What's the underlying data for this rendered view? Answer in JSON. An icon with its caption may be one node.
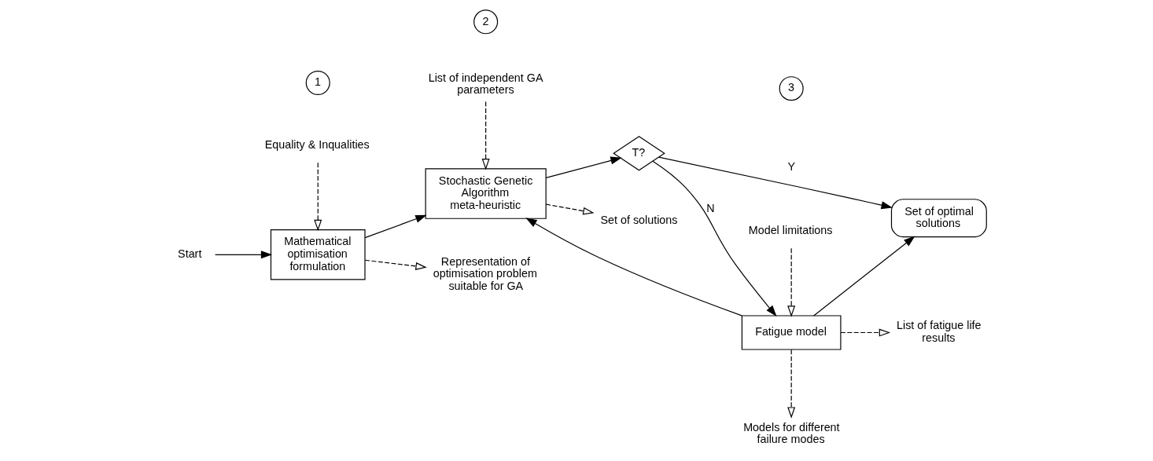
{
  "diagram": {
    "nodes": [
      {
        "text": [
          "Start"
        ]
      },
      {
        "text": [
          "Equality & Inqualities"
        ]
      },
      {
        "text": [
          "Mathematical optimisation formulation"
        ]
      },
      {
        "text": [
          "List of independent GA parameters"
        ]
      },
      {
        "text": [
          "Stochastic Genetic Algorithm meta-heuristic"
        ]
      },
      {
        "text": [
          "Set of solutions"
        ]
      },
      {
        "text": [
          "T?"
        ]
      },
      {
        "text": [
          "Fatigue model"
        ]
      },
      {
        "text": [
          "Models for different failure modes"
        ]
      },
      {
        "text": [
          "Set of optimal solutions"
        ]
      },
      {
        "text": [
          "Representation of optimisation problem suitable for GA"
        ]
      },
      {
        "text": [
          "List of fatigue life results"
        ]
      },
      {
        "text": [
          "Model limitations"
        ]
      },
      {
        "text": [
          "1"
        ]
      },
      {
        "text": [
          "2"
        ]
      },
      {
        "text": [
          "3"
        ]
      }
    ],
    "edges": [
      {
        "from": 0,
        "to": 2,
        "arrow": "to"
      },
      {
        "from": 1,
        "to": 2,
        "arrow": "to",
        "style": "dashed"
      },
      {
        "from": 2,
        "to": 4,
        "arrow": "to"
      },
      {
        "from": 2,
        "to": 10,
        "arrow": "to",
        "style": "dashed"
      },
      {
        "from": 3,
        "to": 4,
        "arrow": "to",
        "style": "dashed"
      },
      {
        "from": 4,
        "to": 6,
        "arrow": "to"
      },
      {
        "from": 4,
        "to": 5,
        "arrow": "to",
        "style": "dashed"
      },
      {
        "from": 6,
        "to": 9,
        "arrow": "to",
        "label": "Y"
      },
      {
        "from": 6,
        "to": 7,
        "arrow": "to",
        "label": "N"
      },
      {
        "from": 7,
        "to": 9,
        "arrow": "to"
      },
      {
        "from": 7,
        "to": 8,
        "arrow": "to",
        "style": "dashed"
      },
      {
        "from": 7,
        "to": 4,
        "arrow": "to"
      },
      {
        "from": 7,
        "to": 11,
        "arrow": "to",
        "style": "dashed"
      },
      {
        "from": 12,
        "to": 7,
        "arrow": "to",
        "style": "dashed"
      }
    ]
  }
}
